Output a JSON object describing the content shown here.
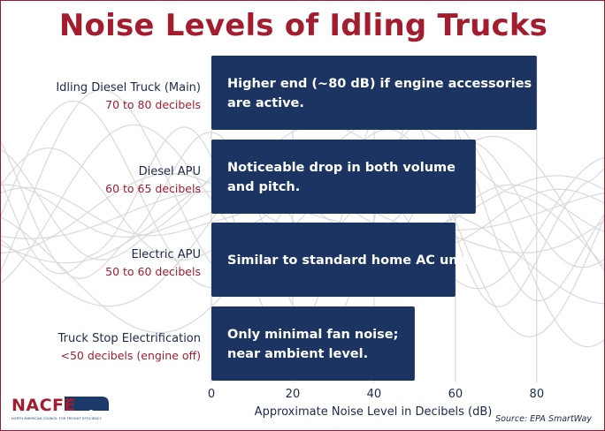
{
  "title": "Noise Levels of Idling Trucks",
  "source": "Source: EPA SmartWay",
  "logo": {
    "name": "NACFE",
    "tagline": "NORTH AMERICAN COUNCIL FOR FREIGHT EFFICIENCY"
  },
  "colors": {
    "title": "#a31d2f",
    "bar": "#1b3461",
    "range_text": "#a31d2f",
    "label_text": "#1b2a49",
    "border": "#9a1d2e"
  },
  "chart_data": {
    "type": "bar",
    "orientation": "horizontal",
    "xlabel": "Approximate Noise Level in Decibels (dB)",
    "xlim": [
      0,
      97
    ],
    "xticks": [
      0,
      20,
      40,
      60,
      80
    ],
    "grid": true,
    "categories": [
      {
        "name": "Idling Diesel Truck (Main)",
        "range": "70 to 80 decibels",
        "value": 80,
        "note": [
          "Higher end (~80 dB) if engine accessories",
          "are active."
        ]
      },
      {
        "name": "Diesel APU",
        "range": "60 to 65 decibels",
        "value": 65,
        "note": [
          "Noticeable drop in both volume",
          "and pitch."
        ]
      },
      {
        "name": "Electric APU",
        "range": "50 to 60 decibels",
        "value": 60,
        "note": [
          "Similar to standard home AC unit."
        ]
      },
      {
        "name": "Truck Stop Electrification",
        "range": "<50 decibels (engine off)",
        "value": 50,
        "note": [
          "Only minimal fan noise;",
          "near ambient level."
        ]
      }
    ]
  }
}
